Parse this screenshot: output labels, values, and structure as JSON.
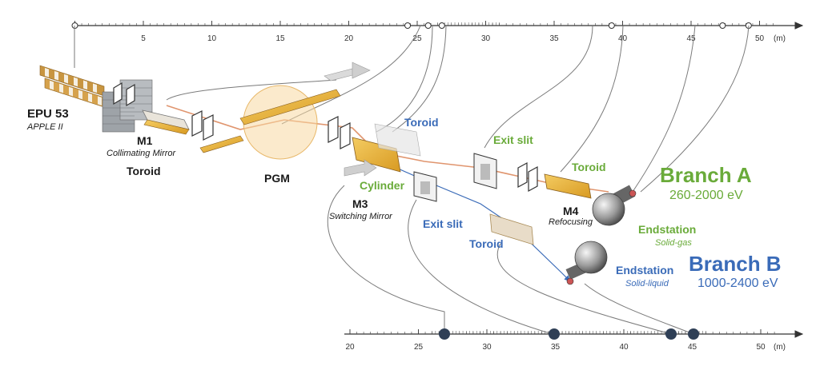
{
  "colors": {
    "branch_a": "#6aab3a",
    "branch_b": "#3a6bb8",
    "mirror": "#e8b33c",
    "beam": "#e0956e",
    "marker": "#2f3f56"
  },
  "top_axis": {
    "ticks": [
      5,
      10,
      15,
      20,
      25,
      30,
      35,
      40,
      45,
      50
    ],
    "unit": "(m)"
  },
  "bottom_axis": {
    "ticks": [
      20,
      25,
      30,
      35,
      40,
      45,
      50
    ],
    "unit": "(m)"
  },
  "labels": {
    "source": "EPU 53",
    "source_sub": "APPLE II",
    "m1": "M1",
    "m1_sub": "Collimating Mirror",
    "m1_type": "Toroid",
    "pgm": "PGM",
    "toroid_b1": "Toroid",
    "m3": "M3",
    "m3_sub": "Switching Mirror",
    "cylinder": "Cylinder",
    "exit_slit_a": "Exit slit",
    "exit_slit_b": "Exit slit",
    "toroid_a": "Toroid",
    "m4": "M4",
    "m4_sub": "Refocusing",
    "toroid_b2": "Toroid",
    "endstation_a": "Endstation",
    "endstation_a_sub": "Solid-gas",
    "endstation_b": "Endstation",
    "endstation_b_sub": "Solid-liquid"
  },
  "branch_a": {
    "title": "Branch A",
    "range": "260-2000 eV"
  },
  "branch_b": {
    "title": "Branch B",
    "range": "1000-2400 eV"
  }
}
